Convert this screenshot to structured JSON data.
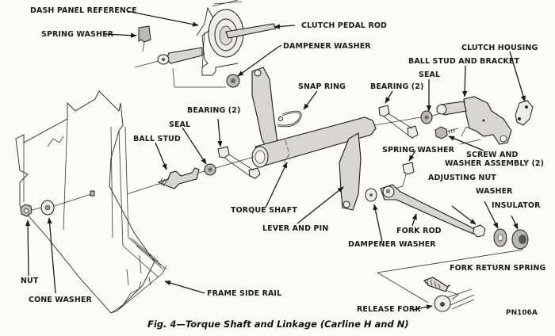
{
  "figure": {
    "caption": "Fig. 4—Torque Shaft and Linkage (Carline H and N)",
    "code": "PN106A"
  },
  "labels": {
    "dash_panel_reference": "DASH PANEL REFERENCE",
    "spring_washer_top": "SPRING WASHER",
    "clutch_pedal_rod": "CLUTCH PEDAL ROD",
    "dampener_washer_top": "DAMPENER WASHER",
    "clutch_housing": "CLUTCH HOUSING",
    "ball_stud_and_bracket": "BALL STUD AND BRACKET",
    "seal_right": "SEAL",
    "snap_ring": "SNAP RING",
    "bearing_right": "BEARING (2)",
    "bearing_left": "BEARING (2)",
    "seal_left": "SEAL",
    "ball_stud": "BALL STUD",
    "spring_washer_mid": "SPRING WASHER",
    "screw_and_washer_1": "SCREW AND",
    "screw_and_washer_2": "WASHER ASSEMBLY (2)",
    "adjusting_nut": "ADJUSTING NUT",
    "washer": "WASHER",
    "insulator": "INSULATOR",
    "torque_shaft": "TORQUE SHAFT",
    "lever_and_pin": "LEVER AND PIN",
    "fork_rod": "FORK ROD",
    "dampener_washer_bottom": "DAMPENER WASHER",
    "fork_return_spring": "FORK RETURN SPRING",
    "release_fork": "RELEASE FORK",
    "nut": "NUT",
    "cone_washer": "CONE WASHER",
    "frame_side_rail": "FRAME SIDE RAIL"
  }
}
